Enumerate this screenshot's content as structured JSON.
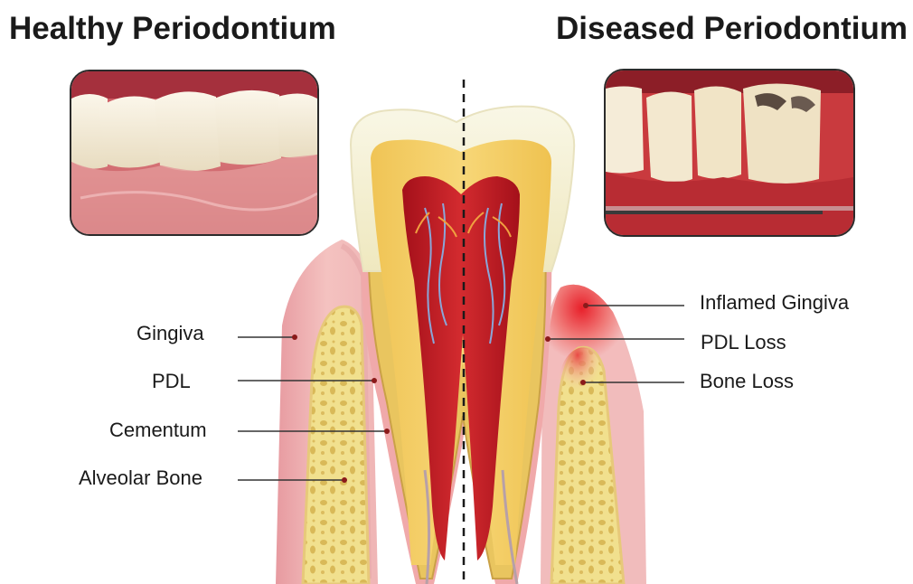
{
  "titles": {
    "healthy": "Healthy Periodontium",
    "diseased": "Diseased Periodontium"
  },
  "labels_left": {
    "gingiva": "Gingiva",
    "pdl": "PDL",
    "cementum": "Cementum",
    "alveolar_bone": "Alveolar Bone"
  },
  "labels_right": {
    "inflamed_gingiva": "Inflamed Gingiva",
    "pdl_loss": "PDL Loss",
    "bone_loss": "Bone Loss"
  },
  "colors": {
    "enamel": "#f3efcf",
    "dentin": "#f2c85a",
    "pulp": "#b8141e",
    "gingiva": "#f0b8b5",
    "inflamed": "#e8413a",
    "bone": "#f1e08e",
    "marrow": "#d6b657"
  }
}
